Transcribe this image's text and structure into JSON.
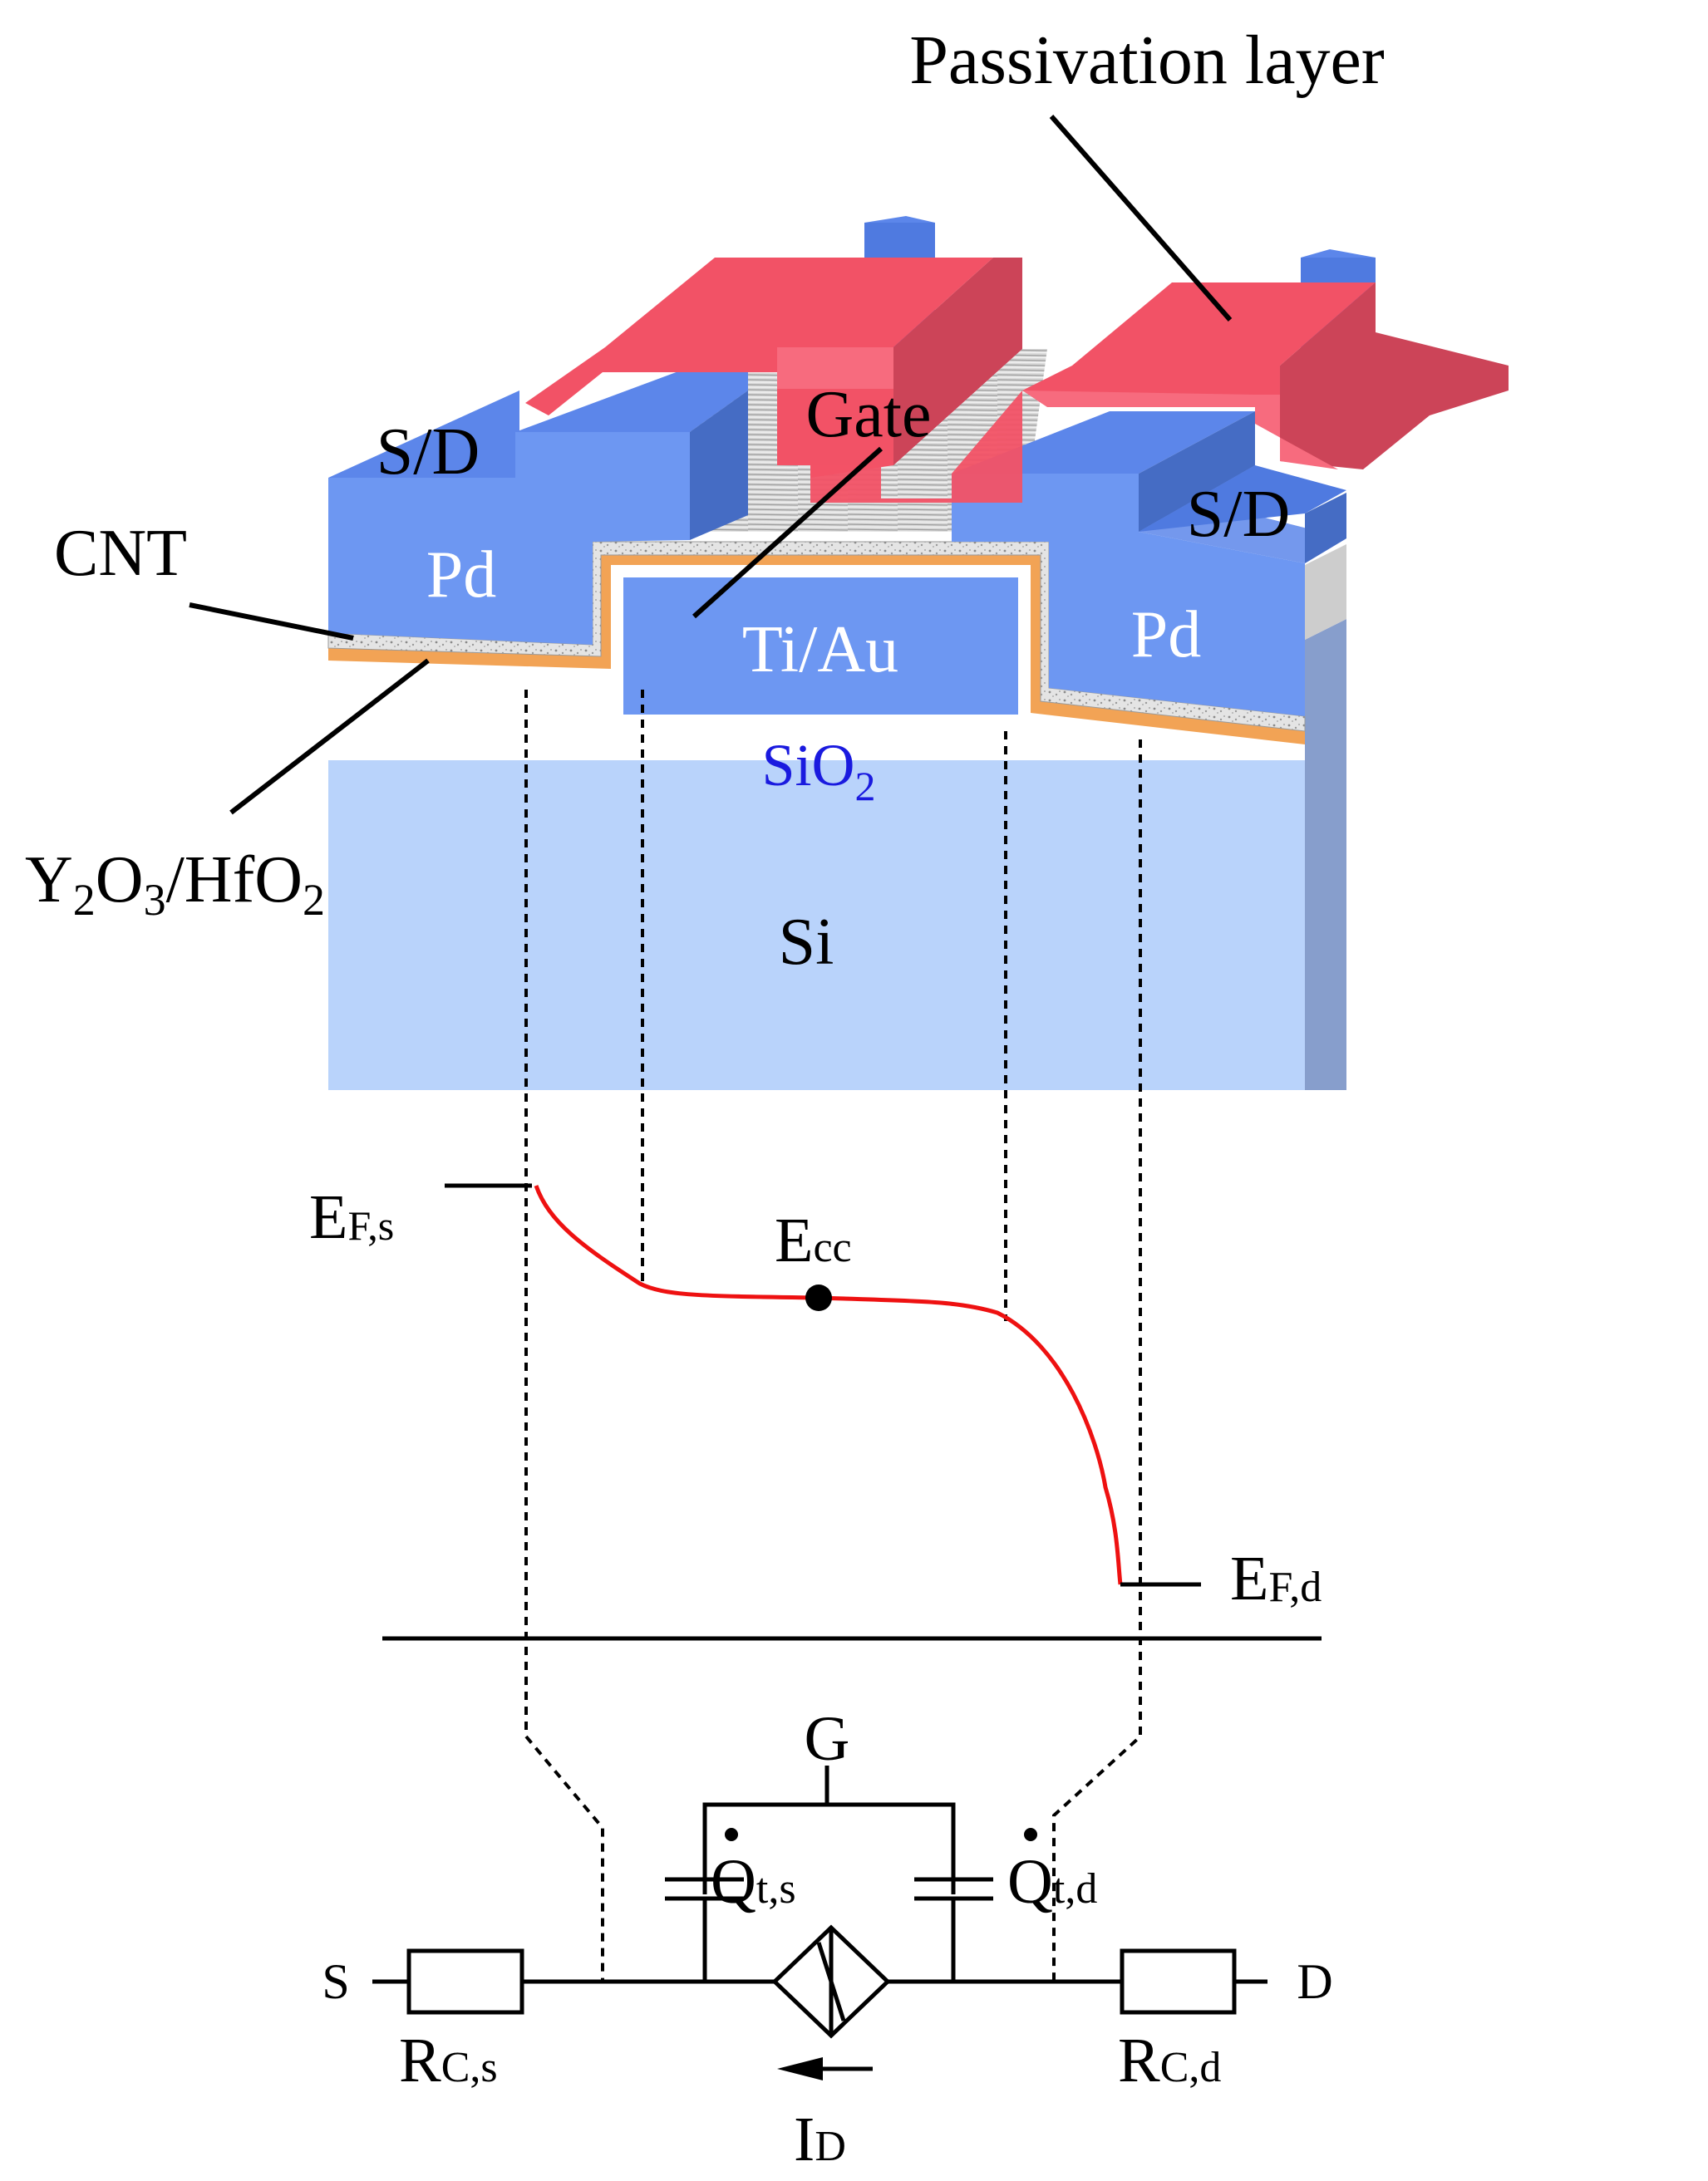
{
  "device": {
    "passivation_label": "Passivation layer",
    "sd_left_label": "S/D",
    "sd_right_label": "S/D",
    "gate_label": "Gate",
    "cnt_label": "CNT",
    "pd_left_label": "Pd",
    "pd_right_label": "Pd",
    "gate_metal_label": "Ti/Au",
    "oxide_label": {
      "main": "SiO",
      "sub": "2"
    },
    "dielectric_label": {
      "p1": "Y",
      "s1": "2",
      "p2": "O",
      "s2": "3",
      "p3": "/HfO",
      "s3": "2"
    },
    "substrate_label": "Si"
  },
  "band": {
    "ef_source": {
      "main": "E",
      "sub": "F,s"
    },
    "ecc": {
      "main": "E",
      "sub": "cc"
    },
    "ef_drain": {
      "main": "E",
      "sub": "F,d"
    }
  },
  "circuit": {
    "gate_terminal": "G",
    "source_terminal": "S",
    "drain_terminal": "D",
    "qts": {
      "main": "Q",
      "sub": "t,s"
    },
    "qtd": {
      "main": "Q",
      "sub": "t,d"
    },
    "rcs": {
      "main": "R",
      "sub": "C,s"
    },
    "rcd": {
      "main": "R",
      "sub": "C,d"
    },
    "id": {
      "main": "I",
      "sub": "D"
    }
  },
  "colors": {
    "pd_front": "#6d97f2",
    "pd_top": "#5c86ea",
    "pd_side": "#456cc4",
    "passivation_top": "#f25266",
    "passivation_front": "#f76b7e",
    "passivation_side": "#cc4458",
    "dielectric": "#f2a355",
    "si": "#b9d3fb",
    "si_side": "#879ecc",
    "sio2_text": "#1a1adf",
    "band_curve": "#ee1111"
  }
}
